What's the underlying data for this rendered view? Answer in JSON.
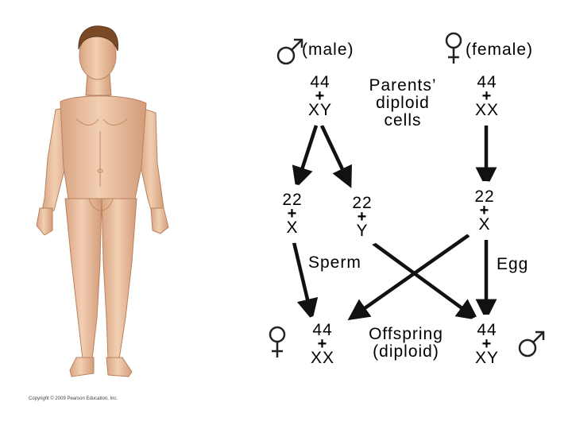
{
  "parents": {
    "male_label": "(male)",
    "female_label": "(female)",
    "caption_lines": [
      "Parents’",
      "diploid",
      "cells"
    ],
    "father": {
      "top": "44",
      "op": "+",
      "bottom": "XY"
    },
    "mother": {
      "top": "44",
      "op": "+",
      "bottom": "XX"
    }
  },
  "gametes": {
    "sperm_x": {
      "top": "22",
      "op": "+",
      "bottom": "X"
    },
    "sperm_y": {
      "top": "22",
      "op": "+",
      "bottom": "Y"
    },
    "egg": {
      "top": "22",
      "op": "+",
      "bottom": "X"
    },
    "sperm_label": "Sperm",
    "egg_label": "Egg"
  },
  "offspring": {
    "caption_lines": [
      "Offspring",
      "(diploid)"
    ],
    "daughter": {
      "top": "44",
      "op": "+",
      "bottom": "XX"
    },
    "son": {
      "top": "44",
      "op": "+",
      "bottom": "XY"
    }
  },
  "symbols": {
    "male": "male-symbol-icon",
    "female": "female-symbol-icon"
  },
  "colors": {
    "skin": "#eec4a4",
    "hair": "#7a4a26",
    "arrow": "#111111",
    "node_ring": "#ffffff"
  },
  "credit": "Copyright © 2009 Pearson Education, Inc."
}
